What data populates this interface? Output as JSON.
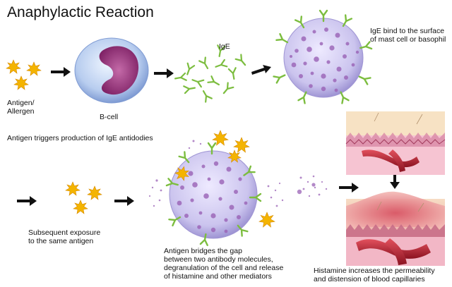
{
  "title": "Anaphylactic Reaction",
  "labels": {
    "antigen_allergen": "Antigen/\nAllergen",
    "b_cell": "B-cell",
    "ige": "IgE",
    "ige_bind": "IgE bind to the surface\nof mast cell or basophil",
    "antigen_triggers": "Antigen triggers production of IgE antidodies",
    "subsequent_exposure": "Subsequent exposure\nto the same antigen",
    "antigen_bridges": "Antigen bridges the gap\nbetween two antibody molecules,\ndegranulation of the cell and release\nof histamine and other mediators",
    "histamine_increases": "Histamine increases the permeability\nand distension of blood capillaries"
  },
  "colors": {
    "antigen": "#f4b400",
    "antibody": "#7cbd3f",
    "cell": "#c9c4ec",
    "granule": "#9a62b6",
    "bcell_nucleus": "#9b2d7a",
    "skin": "#f7e2c4",
    "tissue": "#f6c4d2",
    "vessel": "#b2202f",
    "arrow": "#111111"
  },
  "icons": {
    "antigen": "spiky-star-icon",
    "antibody": "y-shaped-antibody-icon",
    "arrow": "right-arrow-icon"
  }
}
